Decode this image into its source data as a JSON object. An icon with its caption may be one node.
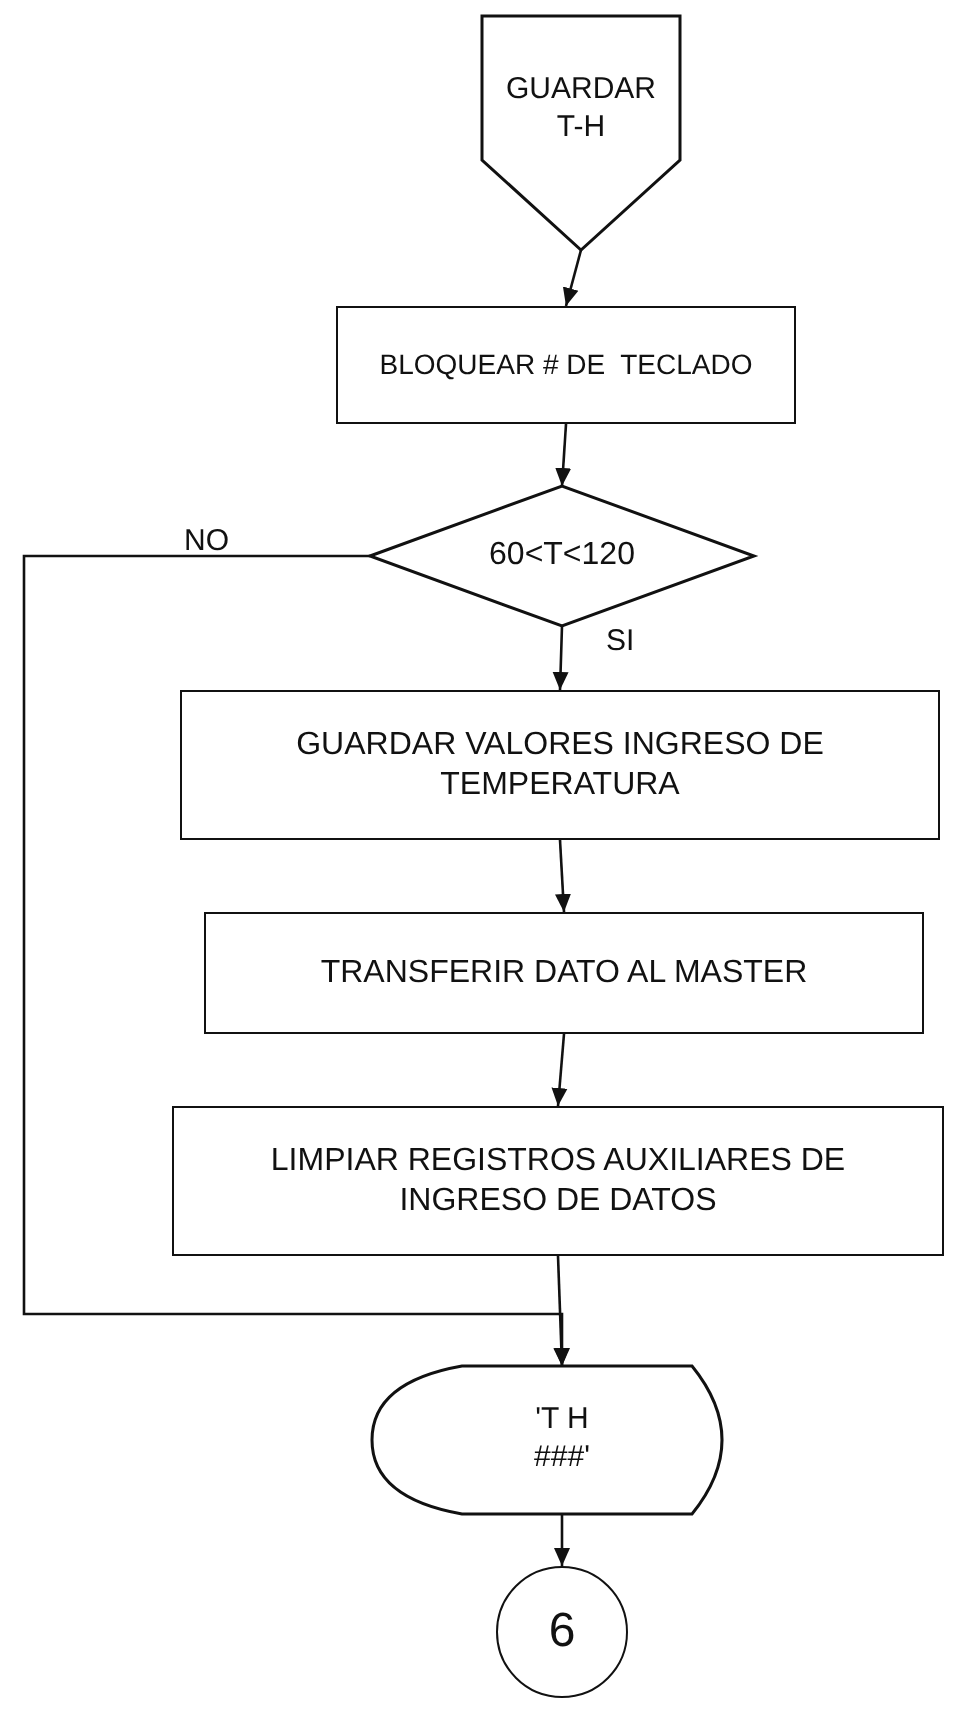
{
  "diagram": {
    "nodes": [
      {
        "text": [
          "GUARDAR T-H"
        ]
      },
      {
        "text": [
          "BLOQUEAR # DE  TECLADO"
        ]
      },
      {
        "text": [
          "60<T<120"
        ]
      },
      {
        "text": [
          "GUARDAR VALORES INGRESO DE TEMPERATURA"
        ]
      },
      {
        "text": [
          "TRANSFERIR DATO AL MASTER"
        ]
      },
      {
        "text": [
          "LIMPIAR REGISTROS AUXILIARES DE INGRESO DE DATOS"
        ]
      },
      {
        "text": [
          "'T H ###'"
        ]
      },
      {
        "text": [
          "6"
        ]
      }
    ],
    "edges": [
      {
        "from": 0,
        "to": 1,
        "arrow": "to"
      },
      {
        "from": 1,
        "to": 2,
        "arrow": "to"
      },
      {
        "from": 2,
        "to": 3,
        "arrow": "to",
        "label": "SI"
      },
      {
        "from": 3,
        "to": 4,
        "arrow": "to"
      },
      {
        "from": 4,
        "to": 5,
        "arrow": "to"
      },
      {
        "from": 5,
        "to": 6,
        "arrow": "to"
      },
      {
        "from": 2,
        "to": 6,
        "arrow": "to",
        "label": "NO"
      },
      {
        "from": 6,
        "to": 7,
        "arrow": "to"
      }
    ]
  }
}
